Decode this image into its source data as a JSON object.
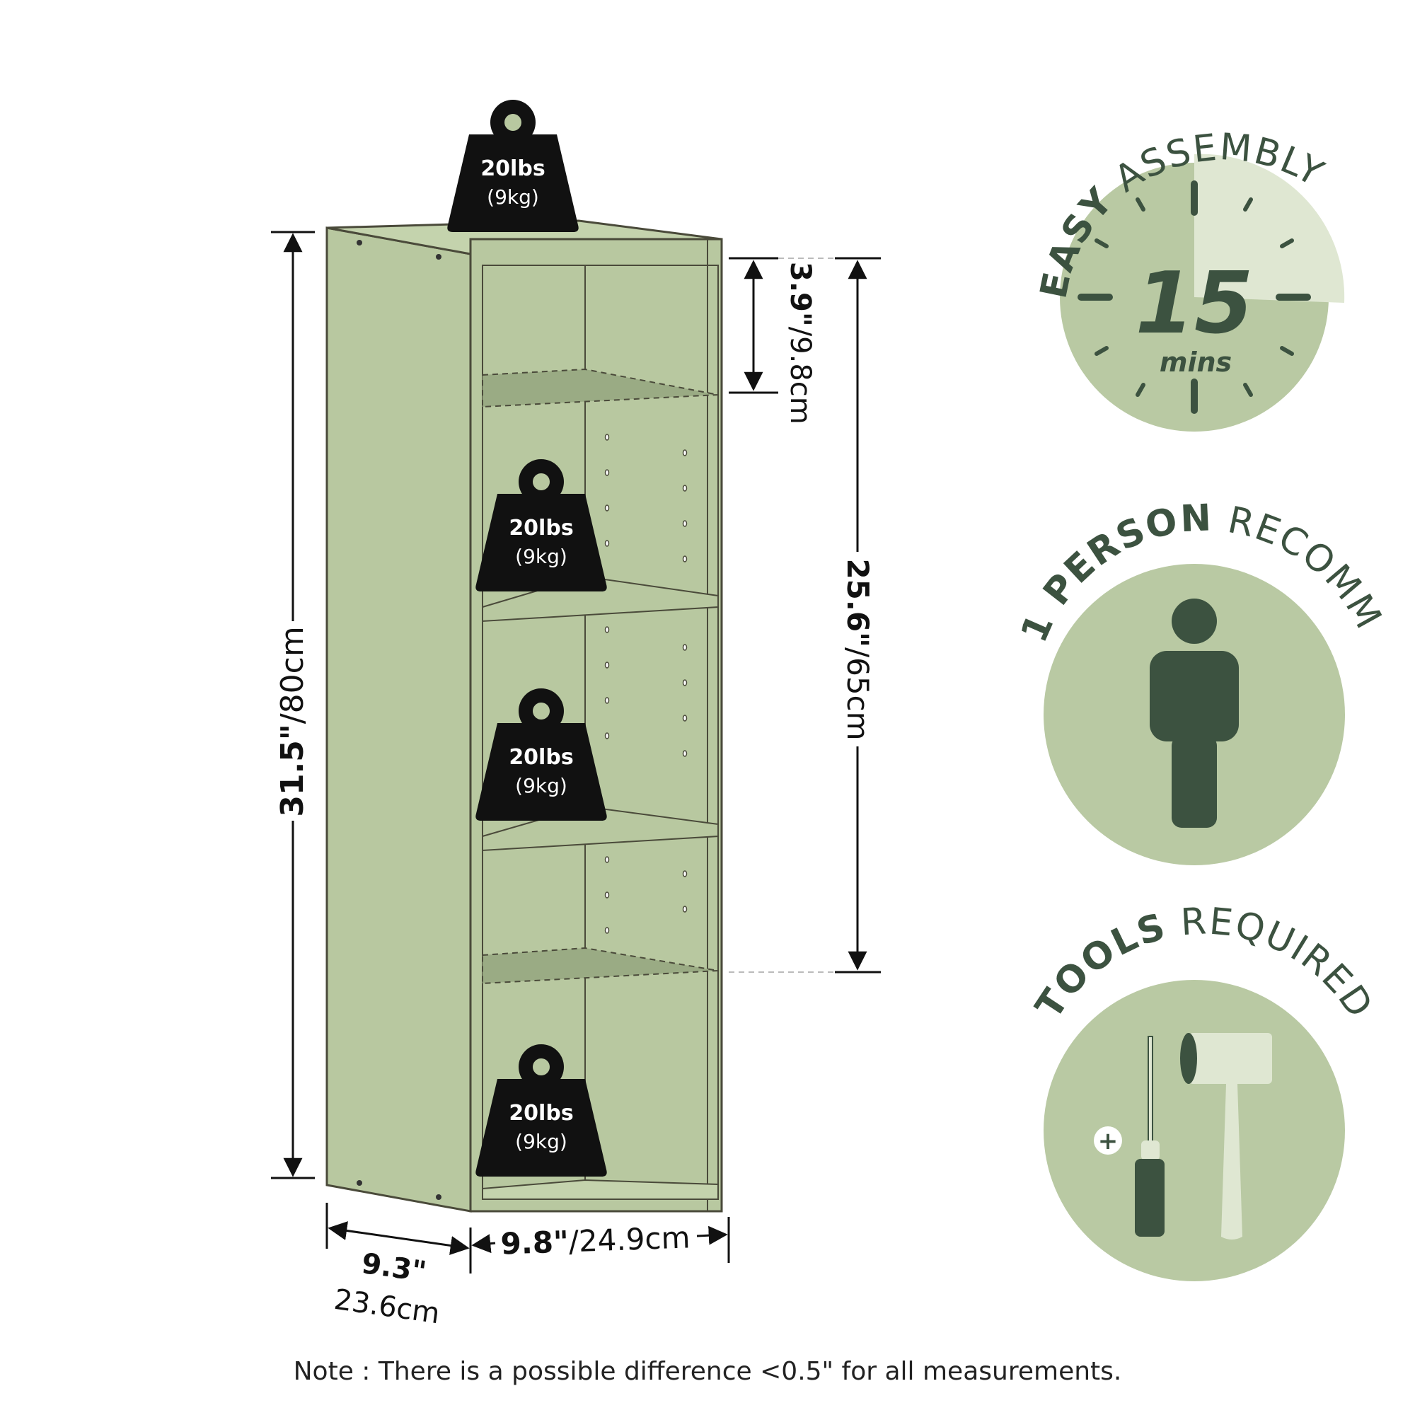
{
  "colors": {
    "cabinet": "#b8c8a0",
    "cabinet_edge": "#4a4a3a",
    "shelf_shadow": "#9aab84",
    "badge_bg": "#b9c9a3",
    "badge_light": "#dfe7d2",
    "dark_green": "#3c5240",
    "weight_black": "#111111"
  },
  "weights": [
    {
      "lbs": "20lbs",
      "kg": "(9kg)"
    },
    {
      "lbs": "20lbs",
      "kg": "(9kg)"
    },
    {
      "lbs": "20lbs",
      "kg": "(9kg)"
    },
    {
      "lbs": "20lbs",
      "kg": "(9kg)"
    }
  ],
  "dimensions": {
    "height_in": "31.5\"",
    "height_cm": "/80cm",
    "gap_in": "3.9\"",
    "gap_cm": "/9.8cm",
    "adjust_in": "25.6\"",
    "adjust_cm": "/65cm",
    "depth_in": "9.3\"",
    "depth_cm": "23.6cm",
    "width_in": "9.8\"",
    "width_cm": "/24.9cm"
  },
  "badges": {
    "assembly": {
      "bold": "EASY",
      "light": "ASSEMBLY",
      "number": "15",
      "unit": "mins",
      "icon": "clock-icon"
    },
    "person": {
      "bold": "1 PERSON",
      "light": "RECOMM.",
      "icon": "person-icon"
    },
    "tools": {
      "bold": "TOOLS",
      "light": "REQUIRED",
      "icon": "tools-icon",
      "plus": "+"
    }
  },
  "note": "Note : There is a possible difference <0.5\" for all measurements."
}
